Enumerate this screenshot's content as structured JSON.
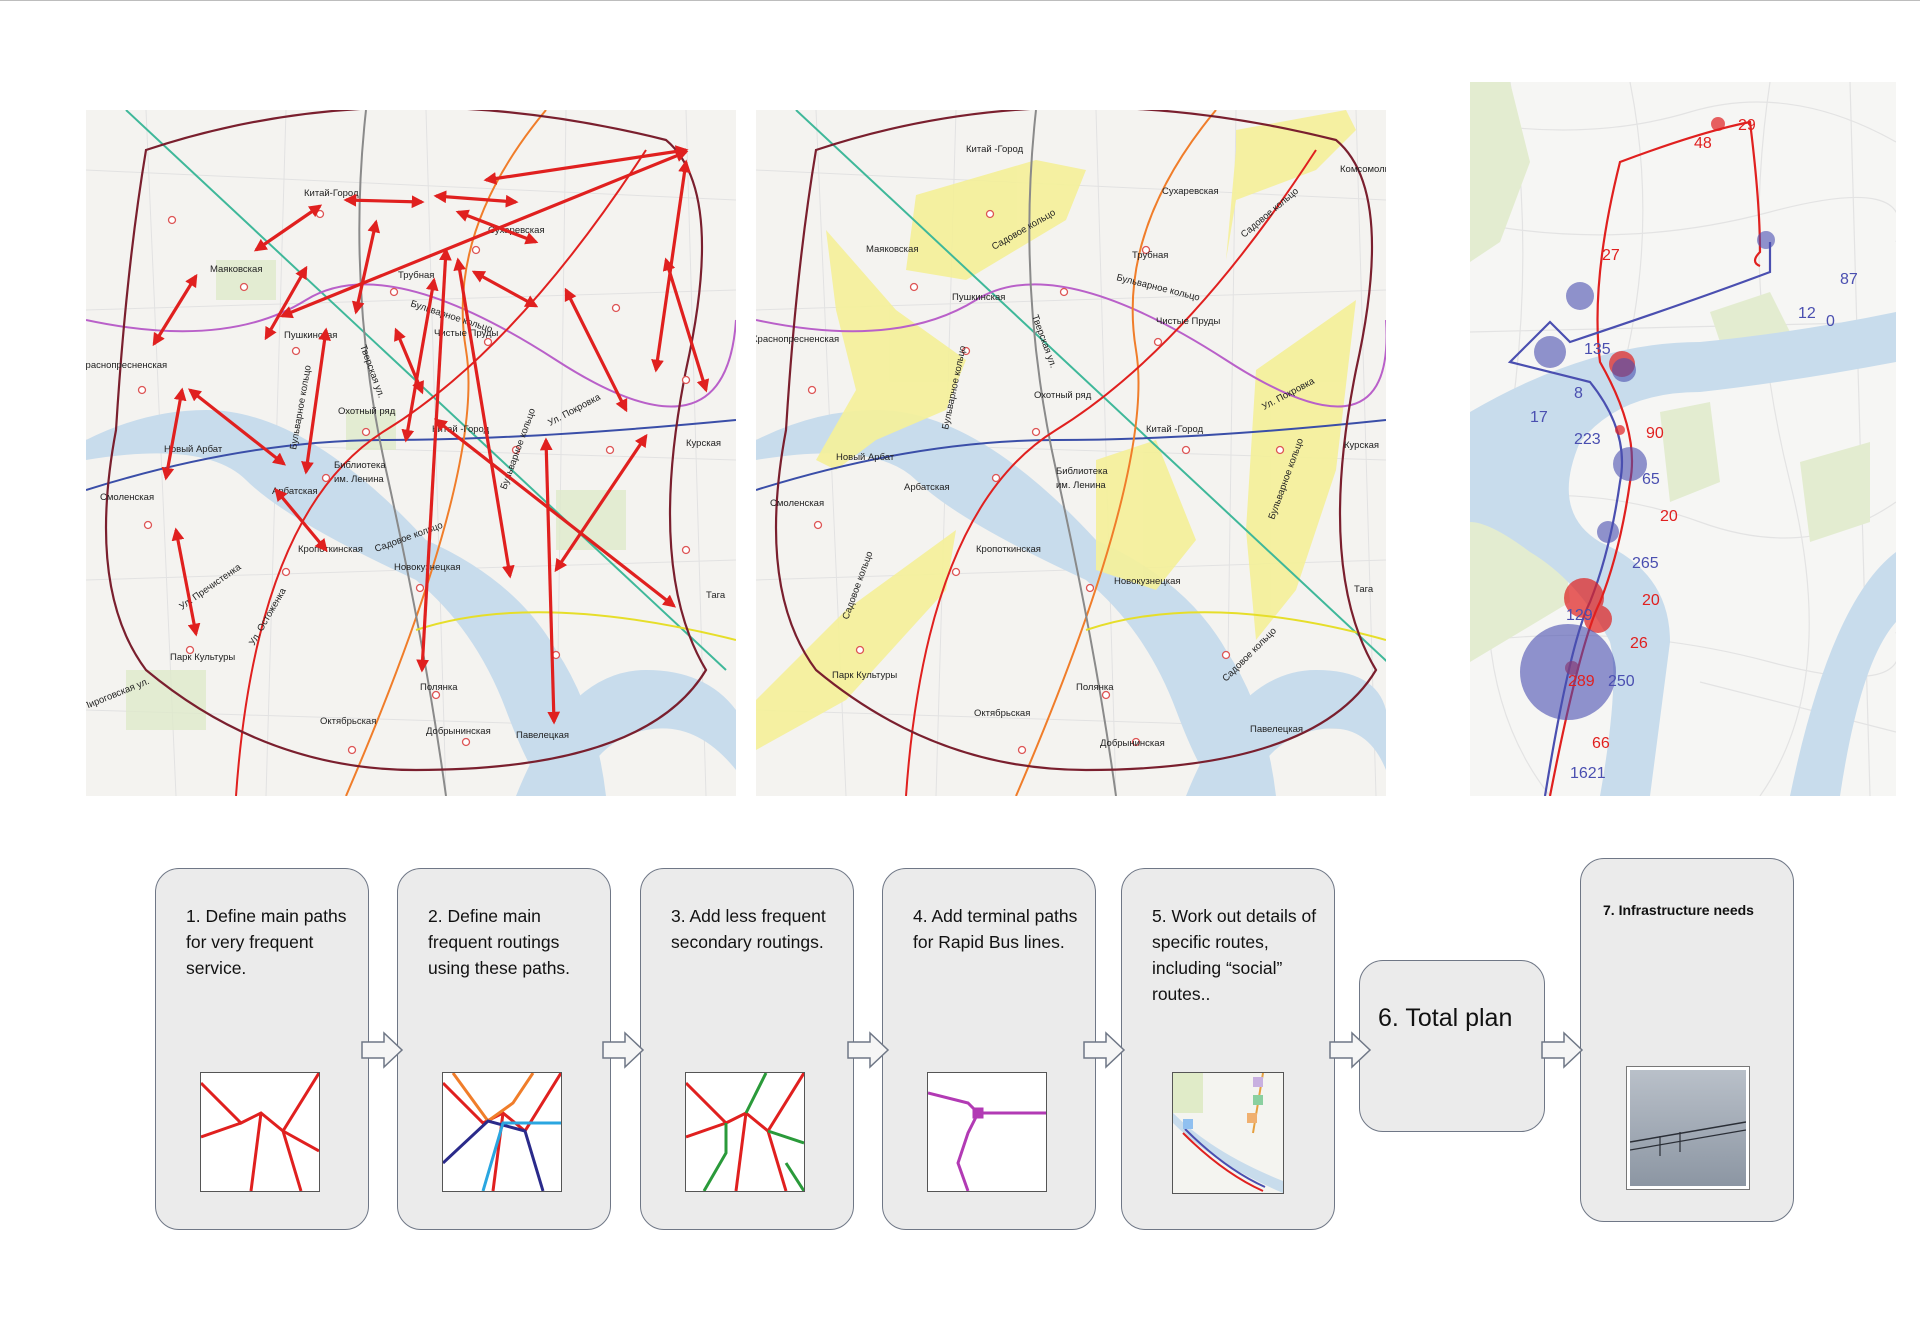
{
  "maps": {
    "left": {
      "stations": [
        "Китай-Город",
        "Сухаревская",
        "Маяковская",
        "Трубная",
        "Бульварное кольцо",
        "Пушкинская",
        "Чистые Пруды",
        "Краснопресненская",
        "Тверская ул.",
        "Бульварное кольцо",
        "Охотный ряд",
        "Ул. Покровка",
        "Китай -Город",
        "Курская",
        "Новый Арбат",
        "Библиотека",
        "им. Ленина",
        "Смоленская",
        "Арбатская",
        "Бульварное кольцо",
        "Садовое кольцо",
        "Кропоткинская",
        "Новокузнецкая",
        "Ул. Пречистенка",
        "Ул. Остоженка",
        "Тага",
        "Пироговская ул.",
        "Парк Культуры",
        "Полянка",
        "Октябрьская",
        "Добрынинская",
        "Павелецкая"
      ]
    },
    "middle": {
      "stations": [
        "Китай -Город",
        "Комсомоль",
        "Сухаревская",
        "Садовое кольцо",
        "Садовое кольцо",
        "Маяковская",
        "Трубная",
        "Бульварное кольцо",
        "Чистые Пруды",
        "Пушкинская",
        "Краснопресненская",
        "Бульварное кольцо",
        "Тверская ул.",
        "Охотный ряд",
        "Ул. Покровка",
        "Китай -Город",
        "Курская",
        "Новый Арбат",
        "Бульварное кольцо",
        "Библиотека",
        "им. Ленина",
        "Смоленская",
        "Арбатская",
        "Кропоткинская",
        "Новокузнецкая",
        "Садовое кольцо",
        "Тага",
        "Парк Культуры",
        "Садовое кольцо",
        "Полянка",
        "Октябрьская",
        "Добрынинская",
        "Павелецкая"
      ]
    },
    "right": {
      "labels_red": [
        "29",
        "48",
        "27",
        "90",
        "20",
        "20",
        "26",
        "289",
        "66"
      ],
      "labels_blue": [
        "87",
        "12",
        "0",
        "135",
        "8",
        "17",
        "223",
        "65",
        "265",
        "129",
        "250",
        "1621"
      ]
    }
  },
  "steps": [
    {
      "label": "1. Define main paths for very frequent service."
    },
    {
      "label": "2. Define main frequent routings using these paths."
    },
    {
      "label": "3. Add less frequent secondary routings."
    },
    {
      "label": "4. Add terminal paths for Rapid Bus lines."
    },
    {
      "label": "5. Work out details of specific routes, including “social” routes.."
    },
    {
      "label": "6. Total plan"
    },
    {
      "label": "7.  Infrastructure needs"
    }
  ],
  "colors": {
    "route_red": "#e0201f",
    "route_blue": "#4a4fb0",
    "highlight_yellow": "#f4f09a",
    "river": "#c8dcec",
    "box_border": "#6f7786",
    "box_fill": "#ebebeb"
  }
}
